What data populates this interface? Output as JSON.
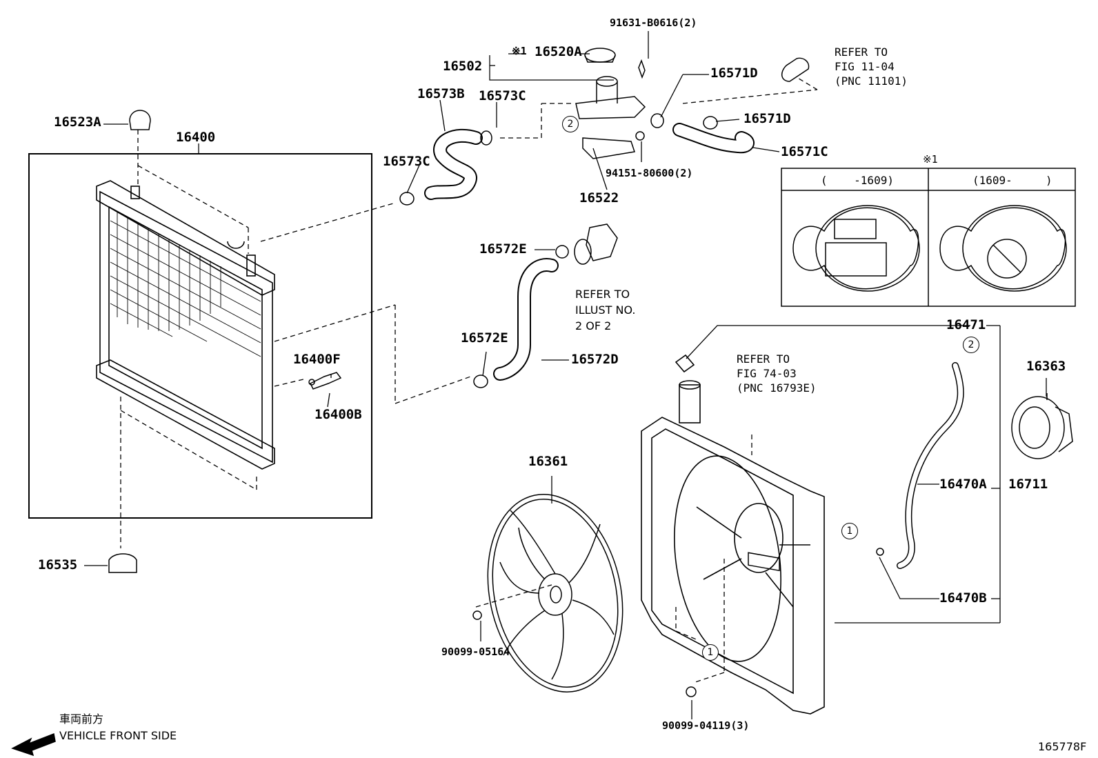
{
  "parts": {
    "p16502": "16502",
    "p16520A": "16520A",
    "note_mark": "※1",
    "p91631": "91631-B0616(2)",
    "p16523A": "16523A",
    "p16573B": "16573B",
    "p16573C_top": "16573C",
    "p16573C_left": "16573C",
    "p16571D_top": "16571D",
    "p16571D_mid": "16571D",
    "p16571C": "16571C",
    "p16522": "16522",
    "p94151": "94151-80600(2)",
    "p16400": "16400",
    "p16572E_top": "16572E",
    "p16572E_bot": "16572E",
    "p16572D": "16572D",
    "p16400F": "16400F",
    "p16400B": "16400B",
    "p16471": "16471",
    "p16363": "16363",
    "p16361": "16361",
    "p16470A": "16470A",
    "p16711": "16711",
    "p16470B": "16470B",
    "p16535": "16535",
    "p90099_05164": "90099-05164",
    "p90099_04119": "90099-04119(3)"
  },
  "refs": {
    "fig1104": "REFER TO\nFIG 11-04\n(PNC 11101)",
    "illust": "REFER TO\nILLUST NO.\n2 OF 2",
    "fig7403": "REFER TO\nFIG 74-03\n(PNC 16793E)"
  },
  "inset": {
    "mark": "※1",
    "left_header": "(    -1609)",
    "right_header": "(1609-     )"
  },
  "callouts": {
    "c2_top": "2",
    "c2_right": "2",
    "c1_hose": "1",
    "c1_bottom": "1"
  },
  "footer": {
    "front_jp": "車両前方",
    "front_en": "VEHICLE FRONT SIDE",
    "figure_id": "165778F"
  }
}
